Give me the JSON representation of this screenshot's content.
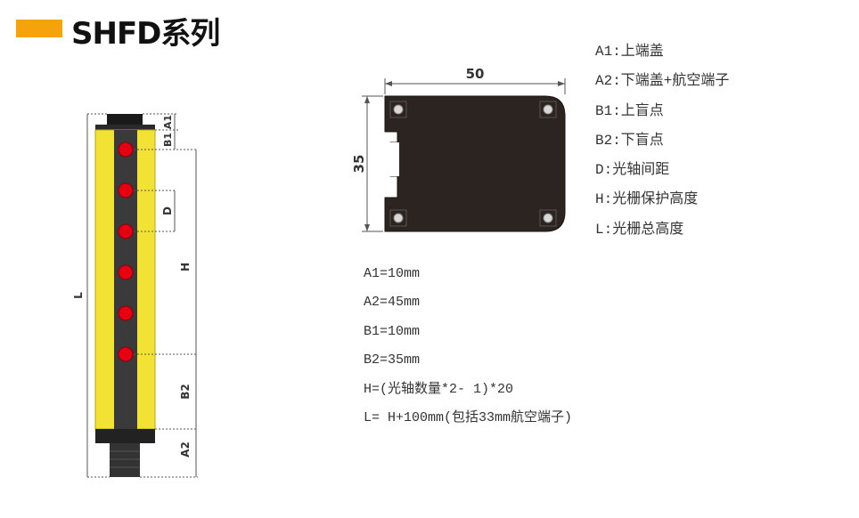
{
  "title": "SHFD系列",
  "colors": {
    "accent": "#f5a20c",
    "housing": "#f2e233",
    "body": "#3a3a3a",
    "led": "#e60012",
    "plate": "#2b2420"
  },
  "side_view": {
    "labels": {
      "A1": "A1",
      "B1": "B1",
      "D": "D",
      "H": "H",
      "B2": "B2",
      "A2": "A2",
      "L": "L"
    },
    "led_count": 6
  },
  "top_view": {
    "width_label": "50",
    "height_label": "35"
  },
  "legend": [
    "A1:上端盖",
    "A2:下端盖+航空端子",
    "B1:上盲点",
    "B2:下盲点",
    "D:光轴间距",
    "H:光栅保护高度",
    "L:光栅总高度"
  ],
  "formulas": [
    "A1=10mm",
    "A2=45mm",
    "B1=10mm",
    "B2=35mm",
    "H=(光轴数量*2- 1)*20",
    "L= H+100mm(包括33mm航空端子)"
  ]
}
